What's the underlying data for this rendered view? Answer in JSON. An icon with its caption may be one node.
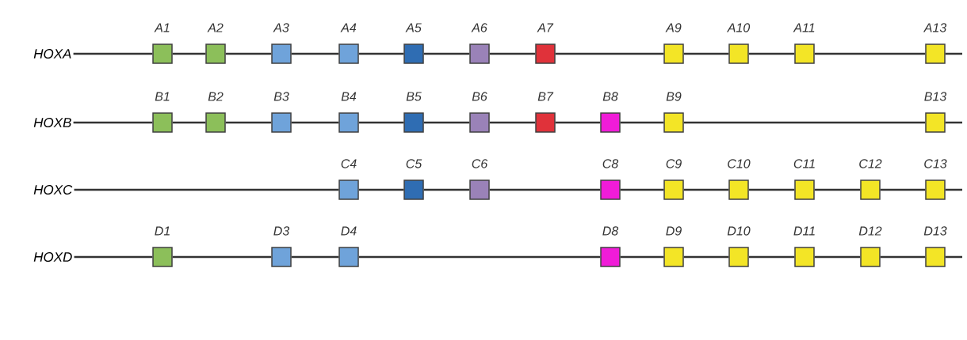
{
  "diagram": {
    "nodes": [
      {
        "text": [
          "HOXA"
        ]
      },
      {
        "text": [
          "A1"
        ]
      },
      {
        "text": [
          "A2"
        ]
      },
      {
        "text": [
          "A3"
        ]
      },
      {
        "text": [
          "A4"
        ]
      },
      {
        "text": [
          "A5"
        ]
      },
      {
        "text": [
          "A6"
        ]
      },
      {
        "text": [
          "A7"
        ]
      },
      {
        "text": [
          "A9"
        ]
      },
      {
        "text": [
          "A10"
        ]
      },
      {
        "text": [
          "A11"
        ]
      },
      {
        "text": [
          "A13"
        ]
      },
      {
        "text": [
          "HOXB"
        ]
      },
      {
        "text": [
          "B1"
        ]
      },
      {
        "text": [
          "B2"
        ]
      },
      {
        "text": [
          "B3"
        ]
      },
      {
        "text": [
          "B4"
        ]
      },
      {
        "text": [
          "B5"
        ]
      },
      {
        "text": [
          "B6"
        ]
      },
      {
        "text": [
          "B7"
        ]
      },
      {
        "text": [
          "B8"
        ]
      },
      {
        "text": [
          "B9"
        ]
      },
      {
        "text": [
          "B13"
        ]
      },
      {
        "text": [
          "HOXC"
        ]
      },
      {
        "text": [
          "C4"
        ]
      },
      {
        "text": [
          "C5"
        ]
      },
      {
        "text": [
          "C6"
        ]
      },
      {
        "text": [
          "C8"
        ]
      },
      {
        "text": [
          "C9"
        ]
      },
      {
        "text": [
          "C10"
        ]
      },
      {
        "text": [
          "C11"
        ]
      },
      {
        "text": [
          "C12"
        ]
      },
      {
        "text": [
          "C13"
        ]
      },
      {
        "text": [
          "HOXD"
        ]
      },
      {
        "text": [
          "D1"
        ]
      },
      {
        "text": [
          "D3"
        ]
      },
      {
        "text": [
          "D4"
        ]
      },
      {
        "text": [
          "D8"
        ]
      },
      {
        "text": [
          "D9"
        ]
      },
      {
        "text": [
          "D10"
        ]
      },
      {
        "text": [
          "D11"
        ]
      },
      {
        "text": [
          "D12"
        ]
      },
      {
        "text": [
          "D13"
        ]
      }
    ],
    "edges": [
      {
        "from": 0,
        "to": 1,
        "arrow": "none"
      },
      {
        "from": 1,
        "to": 2,
        "arrow": "none"
      },
      {
        "from": 2,
        "to": 3,
        "arrow": "none"
      },
      {
        "from": 3,
        "to": 4,
        "arrow": "none"
      },
      {
        "from": 4,
        "to": 5,
        "arrow": "none"
      },
      {
        "from": 5,
        "to": 6,
        "arrow": "none"
      },
      {
        "from": 6,
        "to": 7,
        "arrow": "none"
      },
      {
        "from": 7,
        "to": 8,
        "arrow": "none"
      },
      {
        "from": 8,
        "to": 9,
        "arrow": "none"
      },
      {
        "from": 9,
        "to": 10,
        "arrow": "none"
      },
      {
        "from": 10,
        "to": 11,
        "arrow": "none"
      },
      {
        "from": 11,
        "to": null,
        "arrow": "none"
      },
      {
        "from": 12,
        "to": 13,
        "arrow": "none"
      },
      {
        "from": 13,
        "to": 14,
        "arrow": "none"
      },
      {
        "from": 14,
        "to": 15,
        "arrow": "none"
      },
      {
        "from": 15,
        "to": 16,
        "arrow": "none"
      },
      {
        "from": 16,
        "to": 17,
        "arrow": "none"
      },
      {
        "from": 17,
        "to": 18,
        "arrow": "none"
      },
      {
        "from": 18,
        "to": 19,
        "arrow": "none"
      },
      {
        "from": 19,
        "to": 20,
        "arrow": "none"
      },
      {
        "from": 20,
        "to": 21,
        "arrow": "none"
      },
      {
        "from": 21,
        "to": 22,
        "arrow": "none"
      },
      {
        "from": 22,
        "to": null,
        "arrow": "none"
      },
      {
        "from": 23,
        "to": 24,
        "arrow": "none"
      },
      {
        "from": 24,
        "to": 25,
        "arrow": "none"
      },
      {
        "from": 25,
        "to": 26,
        "arrow": "none"
      },
      {
        "from": 26,
        "to": 27,
        "arrow": "none"
      },
      {
        "from": 27,
        "to": 28,
        "arrow": "none"
      },
      {
        "from": 28,
        "to": 29,
        "arrow": "none"
      },
      {
        "from": 29,
        "to": 30,
        "arrow": "none"
      },
      {
        "from": 30,
        "to": 31,
        "arrow": "none"
      },
      {
        "from": 31,
        "to": 32,
        "arrow": "none"
      },
      {
        "from": 32,
        "to": null,
        "arrow": "none"
      },
      {
        "from": 33,
        "to": 34,
        "arrow": "none"
      },
      {
        "from": 34,
        "to": 35,
        "arrow": "none"
      },
      {
        "from": 35,
        "to": 36,
        "arrow": "none"
      },
      {
        "from": 36,
        "to": 37,
        "arrow": "none"
      },
      {
        "from": 37,
        "to": 38,
        "arrow": "none"
      },
      {
        "from": 38,
        "to": 39,
        "arrow": "none"
      },
      {
        "from": 39,
        "to": 40,
        "arrow": "none"
      },
      {
        "from": 40,
        "to": 41,
        "arrow": "none"
      },
      {
        "from": 41,
        "to": 42,
        "arrow": "none"
      },
      {
        "from": 42,
        "to": null,
        "arrow": "none"
      }
    ]
  }
}
